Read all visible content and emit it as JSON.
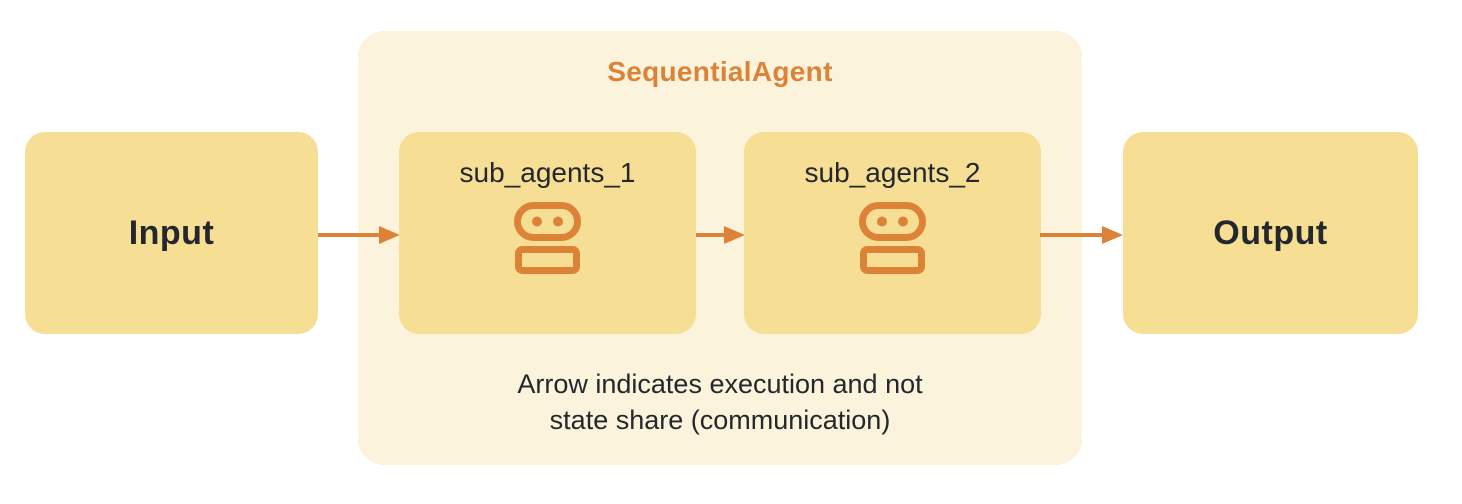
{
  "diagram": {
    "input": {
      "label": "Input"
    },
    "output": {
      "label": "Output"
    },
    "sequential_agent": {
      "title": "SequentialAgent",
      "sub_agents": [
        {
          "label": "sub_agents_1",
          "icon": "robot-icon"
        },
        {
          "label": "sub_agents_2",
          "icon": "robot-icon"
        }
      ],
      "caption": {
        "line1": "Arrow indicates execution and not",
        "line2": "state share (communication)"
      }
    },
    "arrows": [
      {
        "from": "Input",
        "to": "sub_agents_1"
      },
      {
        "from": "sub_agents_1",
        "to": "sub_agents_2"
      },
      {
        "from": "sub_agents_2",
        "to": "Output"
      }
    ],
    "colors": {
      "node_fill": "#F6DE94",
      "container_fill": "#FBF3DB",
      "accent_orange": "#DC8338",
      "text_dark": "#24272C",
      "background": "#FFFFFF"
    }
  }
}
